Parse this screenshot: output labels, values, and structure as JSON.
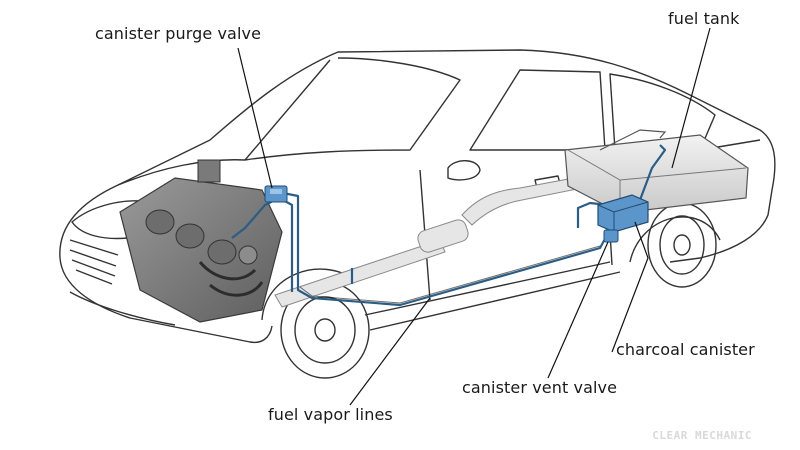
{
  "labels": {
    "purge_valve": "canister purge valve",
    "fuel_tank": "fuel tank",
    "charcoal_canister": "charcoal canister",
    "vent_valve": "canister vent valve",
    "vapor_lines": "fuel vapor lines"
  },
  "watermark": "CLEAR MECHANIC",
  "colors": {
    "line": "#333333",
    "component_blue": "#5b95c9",
    "vapor_line": "#2b5d86"
  }
}
